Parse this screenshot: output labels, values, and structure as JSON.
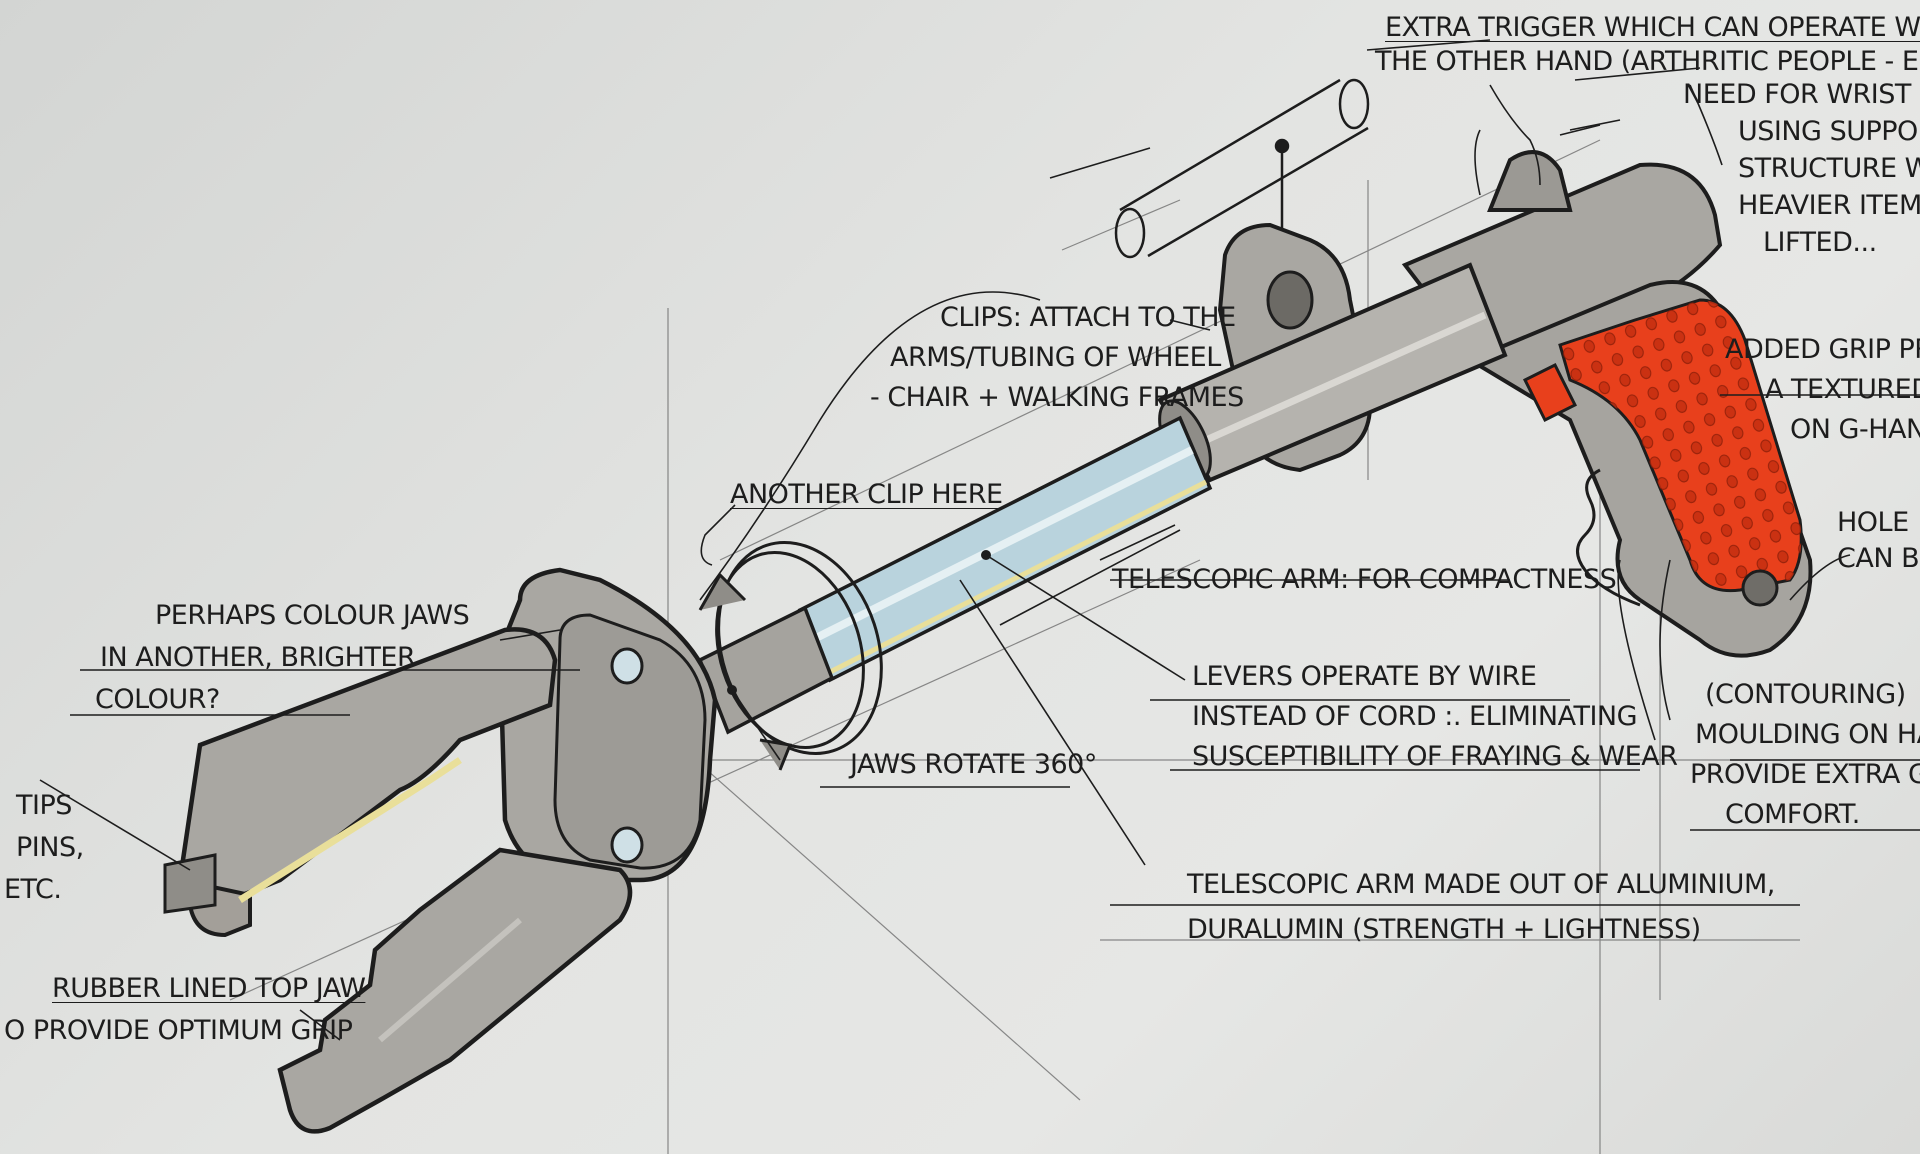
{
  "annotations": {
    "extra_trigger": {
      "lines": [
        "EXTRA TRIGGER WHICH CAN OPERATE WITH US",
        "THE OTHER HAND (ARTHRITIC PEOPLE - ELD",
        "NEED FOR WRIST SU",
        "USING SUPPORT",
        "STRUCTURE WOU",
        "HEAVIER ITEMS",
        "LIFTED..."
      ]
    },
    "clips": {
      "lines": [
        "CLIPS: ATTACH TO THE",
        "ARMS/TUBING OF WHEEL",
        "- CHAIR + WALKING FRAMES"
      ]
    },
    "added_grip": {
      "lines": [
        "ADDED GRIP PRO",
        "A TEXTURED",
        "ON G-HAN"
      ]
    },
    "hole": {
      "lines": [
        "HOLE",
        "CAN B"
      ]
    },
    "another_clip": {
      "lines": [
        "ANOTHER CLIP HERE"
      ]
    },
    "telescopic_compact": {
      "lines": [
        "TELESCOPIC ARM: FOR COMPACTNESS"
      ]
    },
    "colour_jaws": {
      "lines": [
        "PERHAPS COLOUR JAWS",
        "IN ANOTHER, BRIGHTER",
        "COLOUR?"
      ]
    },
    "levers_wire": {
      "lines": [
        "LEVERS OPERATE BY WIRE",
        "INSTEAD OF CORD :. ELIMINATING",
        "SUSCEPTIBILITY OF FRAYING & WEAR"
      ]
    },
    "contouring": {
      "lines": [
        "(CONTOURING)",
        "MOULDING ON HAN",
        "PROVIDE EXTRA GR",
        "COMFORT."
      ]
    },
    "jaws_rotate": {
      "lines": [
        "JAWS ROTATE 360°"
      ]
    },
    "tips": {
      "lines": [
        "TIPS",
        "PINS,",
        "ETC."
      ]
    },
    "aluminium": {
      "lines": [
        "TELESCOPIC ARM MADE OUT OF ALUMINIUM,",
        "DURALUMIN (STRENGTH + LIGHTNESS)"
      ]
    },
    "rubber_jaw": {
      "lines": [
        "RUBBER LINED TOP JAW",
        "O PROVIDE OPTIMUM GRIP"
      ]
    }
  },
  "colors": {
    "paper": "#e2e3e1",
    "body_grey": "#a9a7a2",
    "body_shadow": "#7f7d78",
    "tube_blue": "#b9d3dd",
    "grip_red": "#e8401c",
    "rubber_yellow": "#e9df9a",
    "ink": "#1d1d1d"
  }
}
